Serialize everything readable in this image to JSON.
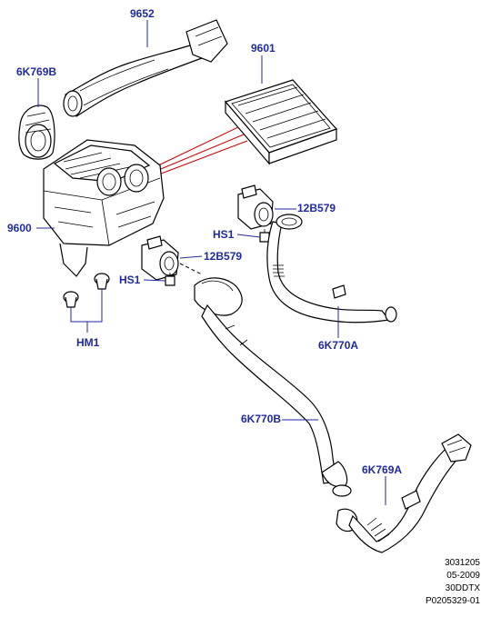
{
  "parts": {
    "p9652": "9652",
    "p6K769B": "6K769B",
    "p9601": "9601",
    "p9600": "9600",
    "p12B579_upper": "12B579",
    "p12B579_lower": "12B579",
    "pHS1_upper": "HS1",
    "pHS1_lower": "HS1",
    "pHM1": "HM1",
    "p6K770A": "6K770A",
    "p6K770B": "6K770B",
    "p6K769A": "6K769A"
  },
  "reference": {
    "line1": "3031205",
    "line2": "05-2009",
    "line3": "30DDTX",
    "line4": "P0205329-01"
  },
  "colors": {
    "callout": "#1f2a9e",
    "guide_line": "#cc0000"
  }
}
